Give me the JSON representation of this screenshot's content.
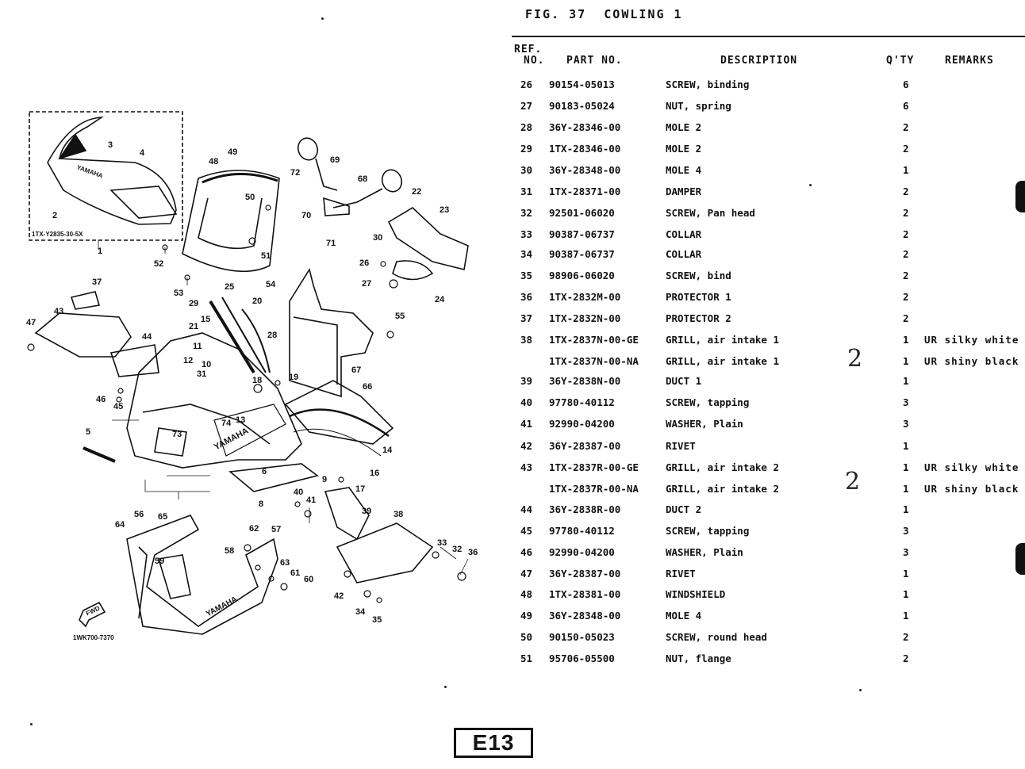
{
  "figure": {
    "label": "FIG. 37",
    "title": "COWLING 1"
  },
  "columns": {
    "ref": [
      "REF.",
      "NO."
    ],
    "part": "PART NO.",
    "desc": "DESCRIPTION",
    "qty": "Q'TY",
    "remarks": "REMARKS"
  },
  "rows": [
    {
      "ref": "26",
      "part": "90154-05013",
      "desc": "SCREW, binding",
      "qty": "6",
      "remarks": ""
    },
    {
      "ref": "27",
      "part": "90183-05024",
      "desc": "NUT, spring",
      "qty": "6",
      "remarks": ""
    },
    {
      "ref": "28",
      "part": "36Y-28346-00",
      "desc": "MOLE 2",
      "qty": "2",
      "remarks": ""
    },
    {
      "ref": "29",
      "part": "1TX-28346-00",
      "desc": "MOLE 2",
      "qty": "2",
      "remarks": ""
    },
    {
      "ref": "30",
      "part": "36Y-28348-00",
      "desc": "MOLE 4",
      "qty": "1",
      "remarks": ""
    },
    {
      "ref": "31",
      "part": "1TX-28371-00",
      "desc": "DAMPER",
      "qty": "2",
      "remarks": ""
    },
    {
      "ref": "32",
      "part": "92501-06020",
      "desc": "SCREW, Pan head",
      "qty": "2",
      "remarks": ""
    },
    {
      "ref": "33",
      "part": "90387-06737",
      "desc": "COLLAR",
      "qty": "2",
      "remarks": ""
    },
    {
      "ref": "34",
      "part": "90387-06737",
      "desc": "COLLAR",
      "qty": "2",
      "remarks": ""
    },
    {
      "ref": "35",
      "part": "98906-06020",
      "desc": "SCREW, bind",
      "qty": "2",
      "remarks": ""
    },
    {
      "ref": "36",
      "part": "1TX-2832M-00",
      "desc": "PROTECTOR 1",
      "qty": "2",
      "remarks": ""
    },
    {
      "ref": "37",
      "part": "1TX-2832N-00",
      "desc": "PROTECTOR 2",
      "qty": "2",
      "remarks": ""
    },
    {
      "ref": "38",
      "part": "1TX-2837N-00-GE",
      "desc": "GRILL, air intake 1",
      "qty": "1",
      "remarks": "UR silky white"
    },
    {
      "ref": "",
      "part": "1TX-2837N-00-NA",
      "desc": "GRILL, air intake 1",
      "qty": "1",
      "remarks": "UR shiny black"
    },
    {
      "ref": "39",
      "part": "36Y-2838N-00",
      "desc": "DUCT 1",
      "qty": "1",
      "remarks": ""
    },
    {
      "ref": "40",
      "part": "97780-40112",
      "desc": "SCREW, tapping",
      "qty": "3",
      "remarks": ""
    },
    {
      "ref": "41",
      "part": "92990-04200",
      "desc": "WASHER, Plain",
      "qty": "3",
      "remarks": ""
    },
    {
      "ref": "42",
      "part": "36Y-28387-00",
      "desc": "RIVET",
      "qty": "1",
      "remarks": ""
    },
    {
      "ref": "43",
      "part": "1TX-2837R-00-GE",
      "desc": "GRILL, air intake 2",
      "qty": "1",
      "remarks": "UR silky white"
    },
    {
      "ref": "",
      "part": "1TX-2837R-00-NA",
      "desc": "GRILL, air intake 2",
      "qty": "1",
      "remarks": "UR shiny black"
    },
    {
      "ref": "44",
      "part": "36Y-2838R-00",
      "desc": "DUCT 2",
      "qty": "1",
      "remarks": ""
    },
    {
      "ref": "45",
      "part": "97780-40112",
      "desc": "SCREW, tapping",
      "qty": "3",
      "remarks": ""
    },
    {
      "ref": "46",
      "part": "92990-04200",
      "desc": "WASHER, Plain",
      "qty": "3",
      "remarks": ""
    },
    {
      "ref": "47",
      "part": "36Y-28387-00",
      "desc": "RIVET",
      "qty": "1",
      "remarks": ""
    },
    {
      "ref": "48",
      "part": "1TX-28381-00",
      "desc": "WINDSHIELD",
      "qty": "1",
      "remarks": ""
    },
    {
      "ref": "49",
      "part": "36Y-28348-00",
      "desc": "MOLE 4",
      "qty": "1",
      "remarks": ""
    },
    {
      "ref": "50",
      "part": "90150-05023",
      "desc": "SCREW, round head",
      "qty": "2",
      "remarks": ""
    },
    {
      "ref": "51",
      "part": "95706-05500",
      "desc": "NUT, flange",
      "qty": "2",
      "remarks": ""
    }
  ],
  "handwritten": [
    "2",
    "2"
  ],
  "diagram": {
    "inset_code": "1TX-Y2835-30-5X",
    "drawing_code": "1WK700-7370",
    "fwd": "FWD",
    "logo": "YAMAHA",
    "callouts": [
      "1",
      "2",
      "3",
      "4",
      "5",
      "6",
      "8",
      "9",
      "10",
      "11",
      "12",
      "13",
      "14",
      "15",
      "16",
      "17",
      "18",
      "19",
      "20",
      "21",
      "22",
      "23",
      "24",
      "25",
      "26",
      "27",
      "28",
      "29",
      "30",
      "31",
      "32",
      "33",
      "34",
      "35",
      "36",
      "37",
      "38",
      "39",
      "40",
      "41",
      "42",
      "43",
      "44",
      "45",
      "46",
      "47",
      "48",
      "49",
      "50",
      "51",
      "52",
      "53",
      "54",
      "55",
      "56",
      "57",
      "58",
      "59",
      "60",
      "61",
      "62",
      "63",
      "64",
      "65",
      "66",
      "67",
      "68",
      "69",
      "70",
      "71",
      "72",
      "73",
      "74"
    ]
  },
  "page": {
    "number": "E13"
  }
}
